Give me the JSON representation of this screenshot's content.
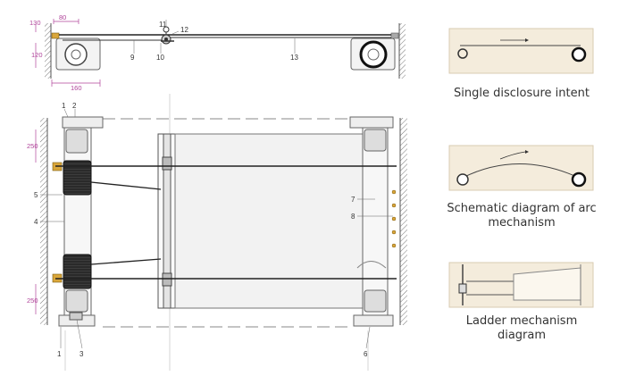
{
  "top_view": {
    "dimensions": {
      "d130": "130",
      "d80": "80",
      "d120": "120",
      "d160": "160"
    },
    "callouts": {
      "c9": "9",
      "c10": "10",
      "c11": "11",
      "c12": "12",
      "c13": "13"
    }
  },
  "plan_view": {
    "dimensions": {
      "d250_top": "250",
      "d250_bottom": "250"
    },
    "callouts": {
      "c1_top": "1",
      "c2": "2",
      "c5": "5",
      "c4": "4",
      "c7": "7",
      "c8": "8",
      "c1_bottom": "1",
      "c3": "3",
      "c6": "6"
    }
  },
  "panels": [
    {
      "caption": "Single disclosure intent"
    },
    {
      "caption": "Schematic diagram of arc mechanism"
    },
    {
      "caption": "Ladder mechanism diagram"
    }
  ]
}
